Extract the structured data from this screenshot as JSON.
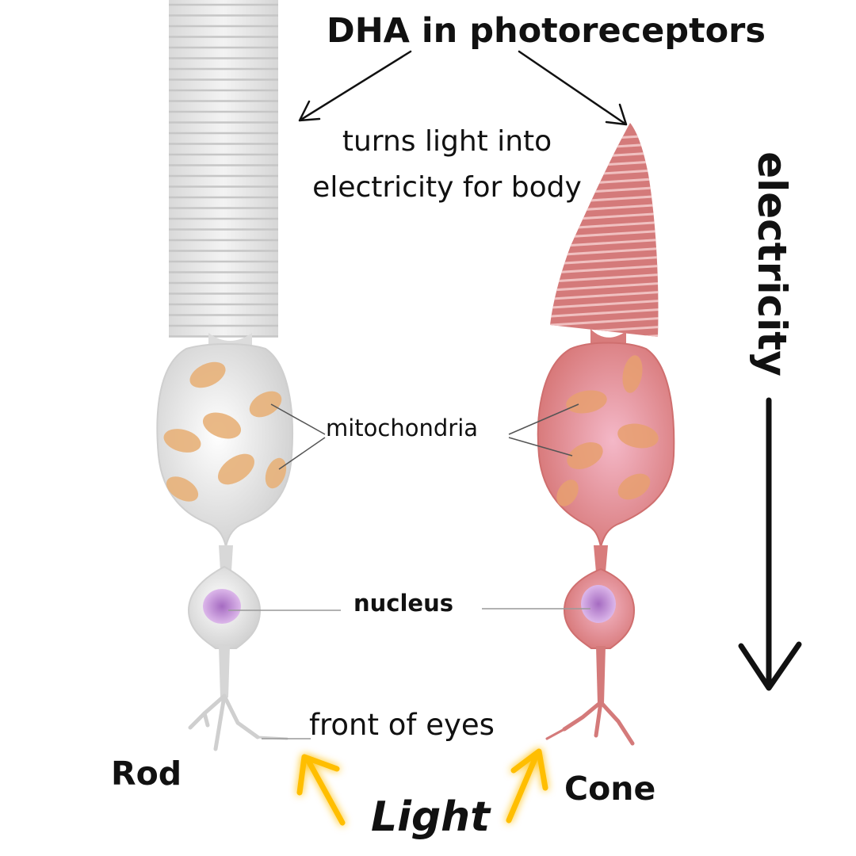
{
  "title": "DHA in photoreceptors",
  "description": "turns light into electricity for body",
  "labels": {
    "mitochondria": "mitochondria",
    "nucleus": "nucleus",
    "front_of_eyes": "front of eyes",
    "rod": "Rod",
    "cone": "Cone",
    "light": "Light",
    "electricity": "electricity"
  },
  "colors": {
    "rod_cell": "#dcdcdc",
    "cone_cell": "#d87c7c",
    "mitochondria": "#e8b27a",
    "nucleus": "#b57ec9",
    "light_arrow": "#ffd21a",
    "text": "#111111"
  }
}
